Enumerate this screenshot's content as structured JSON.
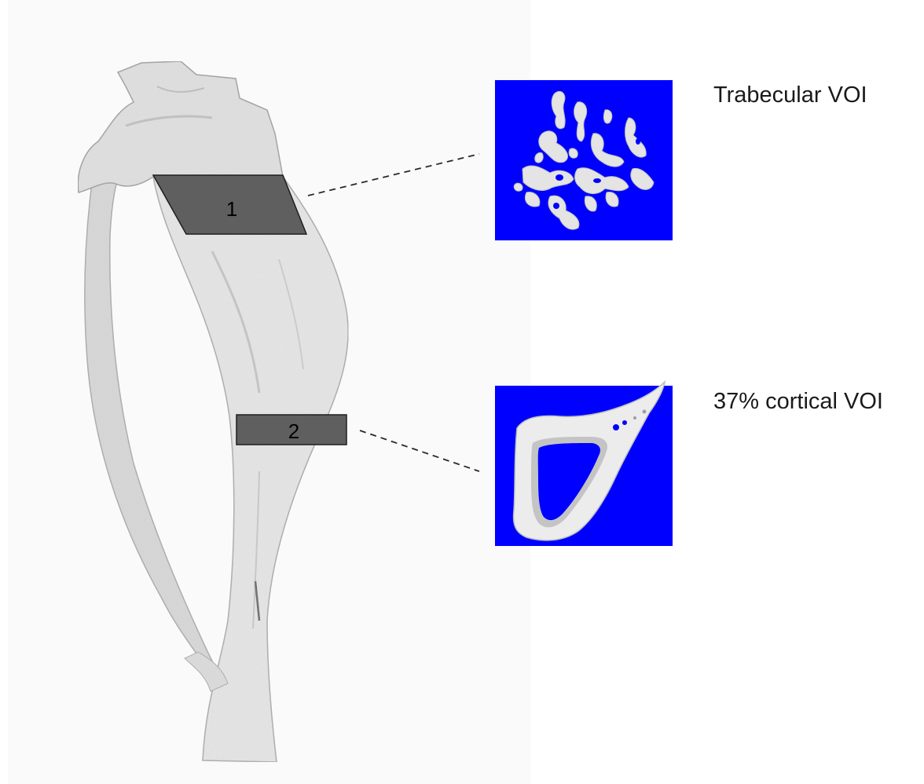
{
  "regions": [
    {
      "number": "1",
      "label": "Trabecular VOI"
    },
    {
      "number": "2",
      "label": "37% cortical VOI"
    }
  ],
  "colors": {
    "voi_band": "#5f5f5f",
    "inset_background": "#0000ff",
    "bone": "#e6e6e6"
  }
}
